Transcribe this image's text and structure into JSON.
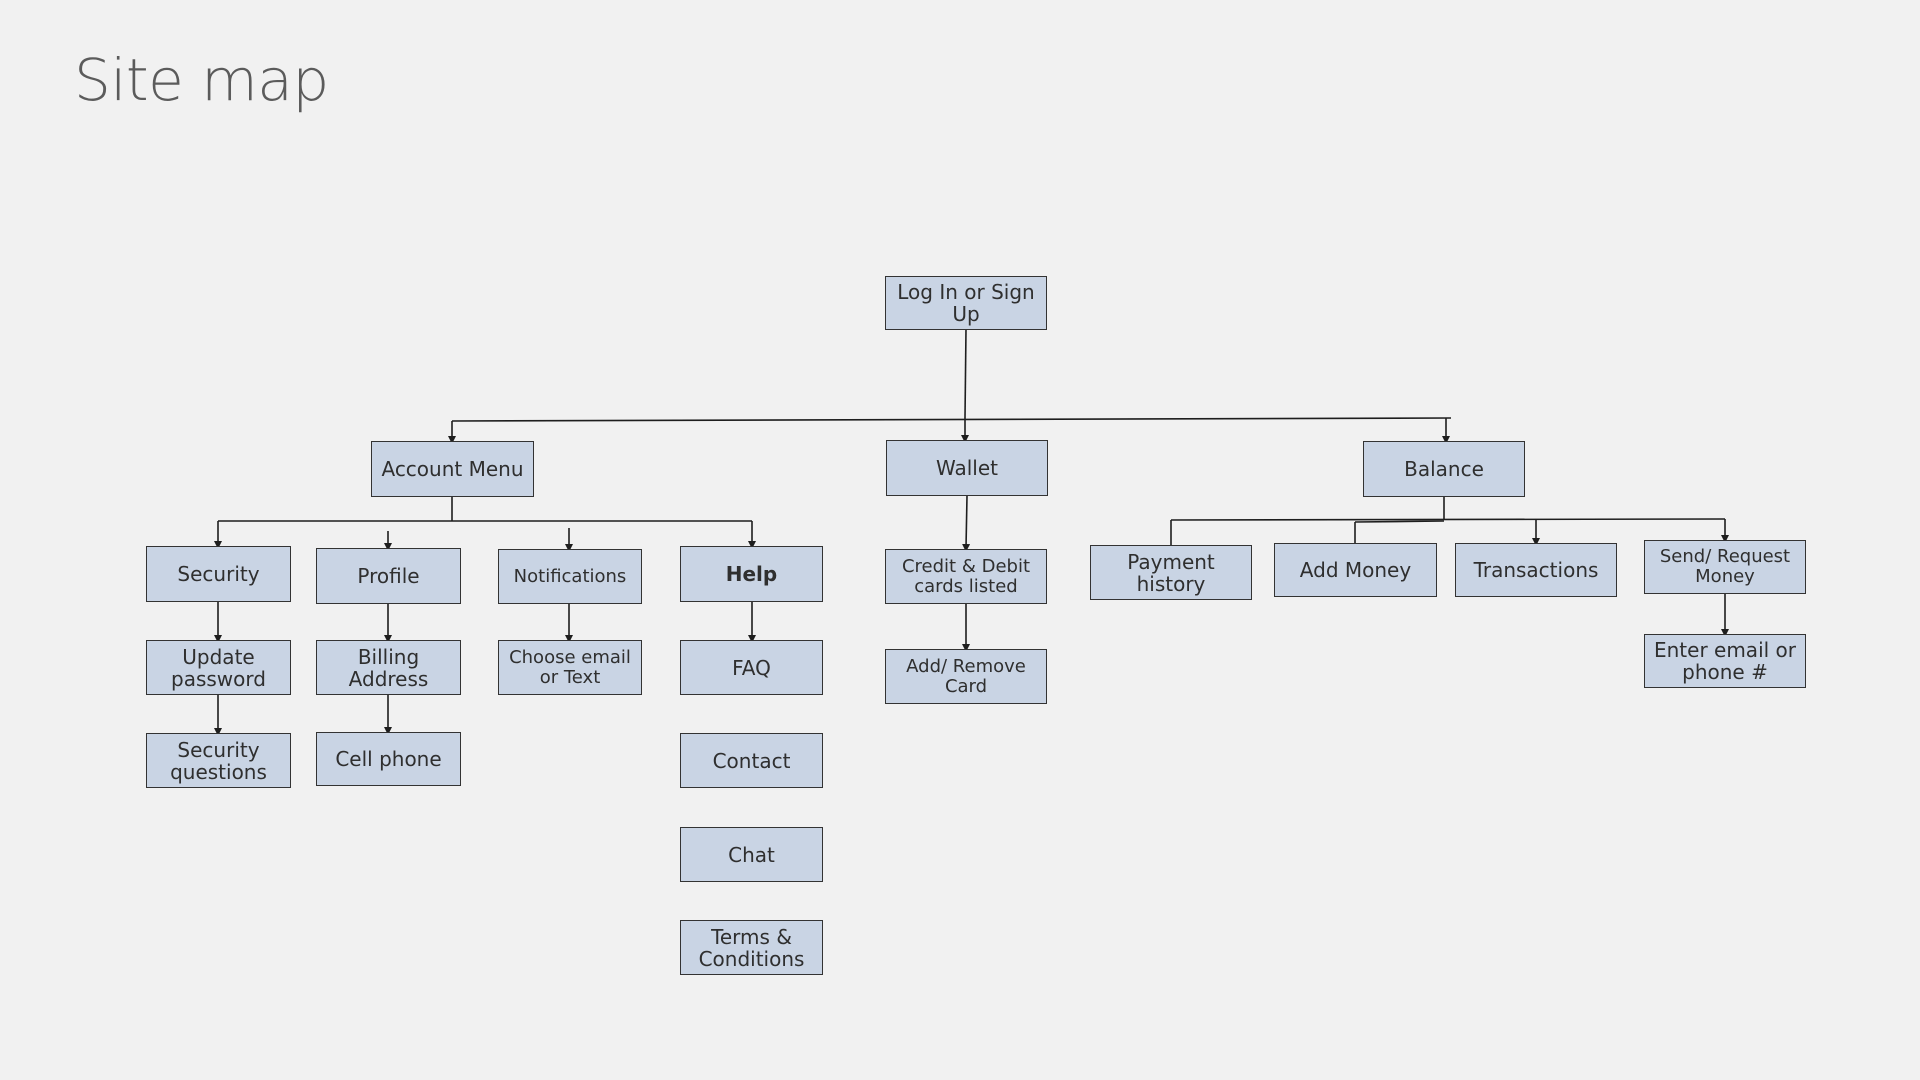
{
  "title": "Site map",
  "colors": {
    "node_fill": "#c9d4e4",
    "node_border": "#333333",
    "line": "#1e1e1e",
    "background": "#f1f1f1"
  },
  "nodes": {
    "root": "Log In or Sign Up",
    "account_menu": "Account Menu",
    "wallet": "Wallet",
    "balance": "Balance",
    "security": "Security",
    "profile": "Profile",
    "notifications": "Notifications",
    "help": "Help",
    "update_password": "Update password",
    "security_questions": "Security questions",
    "billing_address": "Billing Address",
    "cell_phone": "Cell phone",
    "choose_email_text": "Choose email or Text",
    "faq": "FAQ",
    "contact": "Contact",
    "chat": "Chat",
    "terms": "Terms & Conditions",
    "cards_listed": "Credit & Debit cards listed",
    "add_remove_card": "Add/ Remove Card",
    "payment_history": "Payment history",
    "add_money": "Add Money",
    "transactions": "Transactions",
    "send_request": "Send/ Request Money",
    "enter_email_phone": "Enter email or phone #"
  }
}
